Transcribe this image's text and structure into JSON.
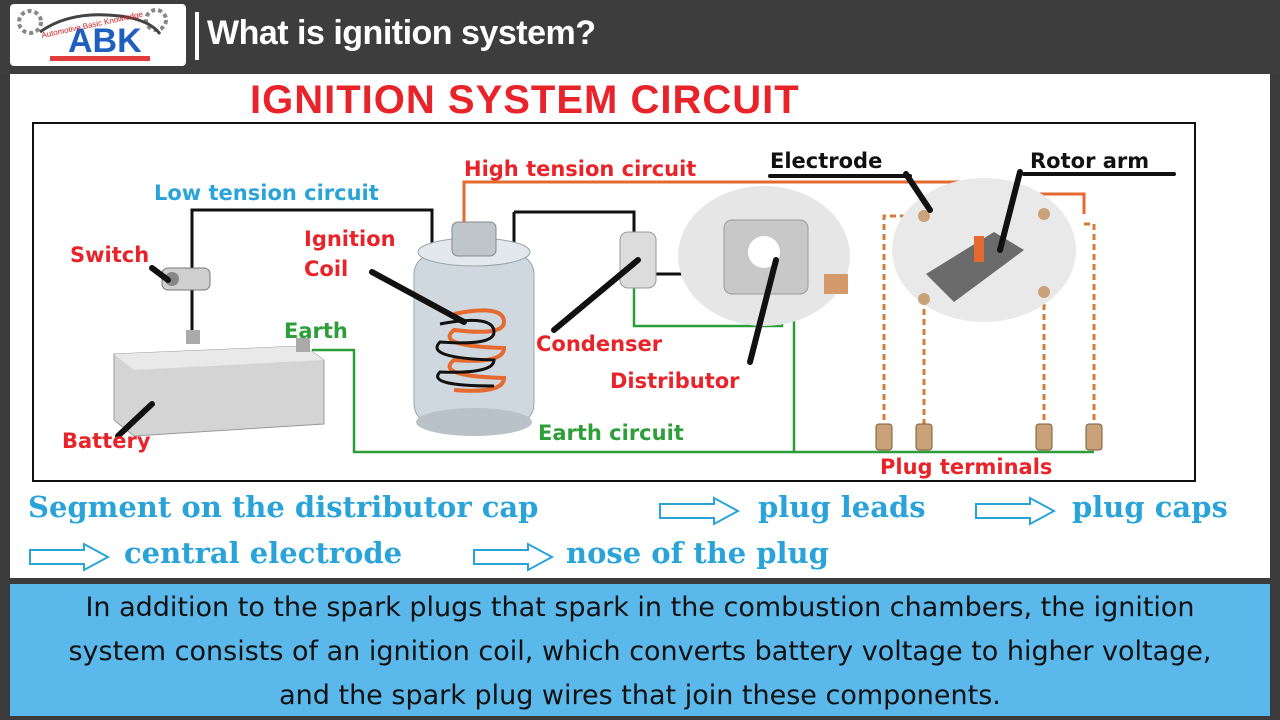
{
  "header": {
    "logo_text": "ABK",
    "logo_subtitle": "Automotive Basic Knowledge",
    "title": "What is ignition system?"
  },
  "diagram": {
    "title": "IGNITION SYSTEM CIRCUIT",
    "labels": {
      "low_tension": "Low tension circuit",
      "high_tension": "High tension circuit",
      "electrode": "Electrode",
      "rotor_arm": "Rotor arm",
      "switch": "Switch",
      "ignition_coil_line1": "Ignition",
      "ignition_coil_line2": "Coil",
      "earth": "Earth",
      "condenser": "Condenser",
      "distributor": "Distributor",
      "battery": "Battery",
      "earth_circuit": "Earth circuit",
      "plug_terminals": "Plug terminals"
    },
    "colors": {
      "red_label": "#e8232a",
      "blue_label": "#2aa4d8",
      "green_label": "#2e9e3a",
      "black_label": "#111111"
    }
  },
  "sequence": {
    "step1": "Segment on the distributor cap",
    "step2": "plug leads",
    "step3": "plug caps",
    "step4": "central electrode",
    "step5": "nose of the plug"
  },
  "caption": {
    "text": "In addition to the spark plugs that spark in the combustion chambers, the ignition system consists of an ignition coil, which converts battery voltage to higher voltage, and the spark plug wires that join these components."
  }
}
